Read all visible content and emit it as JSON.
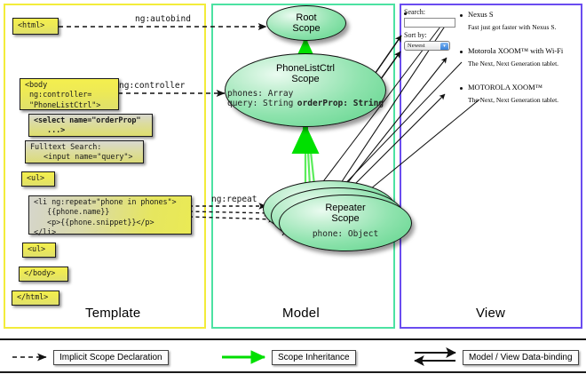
{
  "columns": [
    {
      "key": "template",
      "label": "Template",
      "border_color": "#f3ec3a"
    },
    {
      "key": "model",
      "label": "Model",
      "border_color": "#4ce2a2"
    },
    {
      "key": "view",
      "label": "View",
      "border_color": "#6a4cf0"
    }
  ],
  "template": {
    "boxes": [
      {
        "id": "html-open",
        "text": "<html>"
      },
      {
        "id": "body-open",
        "text": "<body\n ng:controller=\n \"PhoneListCtrl\">"
      },
      {
        "id": "select-orderprop",
        "text": "<select name=\"orderProp\"\n   ...>"
      },
      {
        "id": "fulltext-search",
        "text": "Fulltext Search:\n   <input name=\"query\">"
      },
      {
        "id": "ul-open",
        "text": "<ul>"
      },
      {
        "id": "li-repeat",
        "text": "<li ng:repeat=\"phone in phones\">\n   {{phone.name}}\n   <p>{{phone.snippet}}</p>\n</li>"
      },
      {
        "id": "ul-close",
        "text": "<ul>"
      },
      {
        "id": "body-close",
        "text": "</body>"
      },
      {
        "id": "html-close",
        "text": "</html>"
      }
    ]
  },
  "model": {
    "scopes": [
      {
        "id": "root-scope",
        "title": "Root\nScope",
        "props": ""
      },
      {
        "id": "phonelistctrl-scope",
        "title": "PhoneListCtrl\nScope",
        "props_normal": "phones: Array\nquery: String",
        "props_bold": "orderProp: String"
      },
      {
        "id": "repeater-scope",
        "title": "Repeater\nScope",
        "props": "phone: Object"
      }
    ]
  },
  "view": {
    "search_label": "Search:",
    "search_value": "",
    "sortby_label": "Sort by:",
    "sort_selected": "Newest",
    "sort_caret": "▾",
    "phones": [
      {
        "name": "Nexus S",
        "snippet": "Fast just got faster with Nexus S."
      },
      {
        "name": "Motorola XOOM™  with Wi-Fi",
        "snippet": "The Next, Next Generation tablet."
      },
      {
        "name": "MOTOROLA XOOM™",
        "snippet": "The Next, Next Generation tablet."
      }
    ]
  },
  "edge_labels": [
    {
      "id": "ng-autobind",
      "text": "ng:autobind"
    },
    {
      "id": "ng-controller",
      "text": "ng:controller"
    },
    {
      "id": "ng-repeat",
      "text": "ng:repeat"
    }
  ],
  "legend": [
    {
      "id": "implicit-scope-declaration",
      "label": "Implicit Scope Declaration",
      "arrow": "dashed",
      "color": "#111111"
    },
    {
      "id": "scope-inheritance",
      "label": "Scope Inheritance",
      "arrow": "solid-green",
      "color": "#00dd00"
    },
    {
      "id": "model-view-data-binding",
      "label": "Model / View Data-binding",
      "arrow": "double",
      "color": "#111111"
    }
  ]
}
